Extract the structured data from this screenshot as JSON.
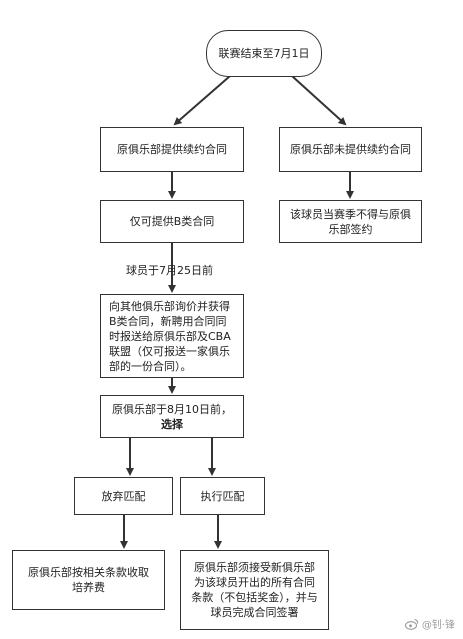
{
  "flowchart": {
    "start": "联赛结束至7月1日",
    "offered": "原俱乐部提供续约合同",
    "not_offered": "原俱乐部未提供续约合同",
    "only_b_contract": "仅可提供B类合同",
    "cannot_sign": "该球员当赛季不得与原俱乐部签约",
    "deadline_player": "球员于7月25日前",
    "inquire": "向其他俱乐部询价并获得B类合同，新聘用合同同时报送给原俱乐部及CBA联盟（仅可报送一家俱乐部的一份合同）。",
    "club_deadline": "原俱乐部于8月10日前，",
    "club_choice": "选择",
    "waive_match": "放弃匹配",
    "exercise_match": "执行匹配",
    "training_fee": "原俱乐部按相关条款收取培养费",
    "accept_contract": "原俱乐部须接受新俱乐部为该球员开出的所有合同条款（不包括奖金），并与球员完成合同签署"
  },
  "watermark": {
    "icon": "weibo-logo-icon",
    "text": "@钊·锋"
  }
}
